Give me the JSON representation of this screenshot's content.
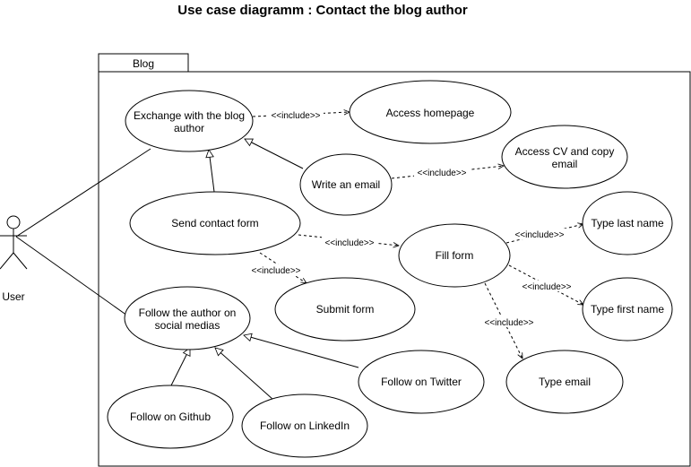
{
  "diagram": {
    "title": "Use case diagramm : Contact the blog author",
    "package_label": "Blog",
    "actor": {
      "name": "User"
    },
    "use_cases": {
      "exchange": [
        "Exchange with the blog",
        "author"
      ],
      "homepage": [
        "Access homepage"
      ],
      "write_email": [
        "Write an email"
      ],
      "access_cv": [
        "Access CV and copy",
        "email"
      ],
      "send_form": [
        "Send contact form"
      ],
      "fill_form": [
        "Fill form"
      ],
      "type_last": [
        "Type last name"
      ],
      "type_first": [
        "Type first name"
      ],
      "type_email": [
        "Type email"
      ],
      "submit_form": [
        "Submit form"
      ],
      "follow_social": [
        "Follow the author on",
        "social medias"
      ],
      "follow_twitter": [
        "Follow on Twitter"
      ],
      "follow_github": [
        "Follow on Github"
      ],
      "follow_linkedin": [
        "Follow on LinkedIn"
      ]
    },
    "include_label": "<<include>>"
  }
}
